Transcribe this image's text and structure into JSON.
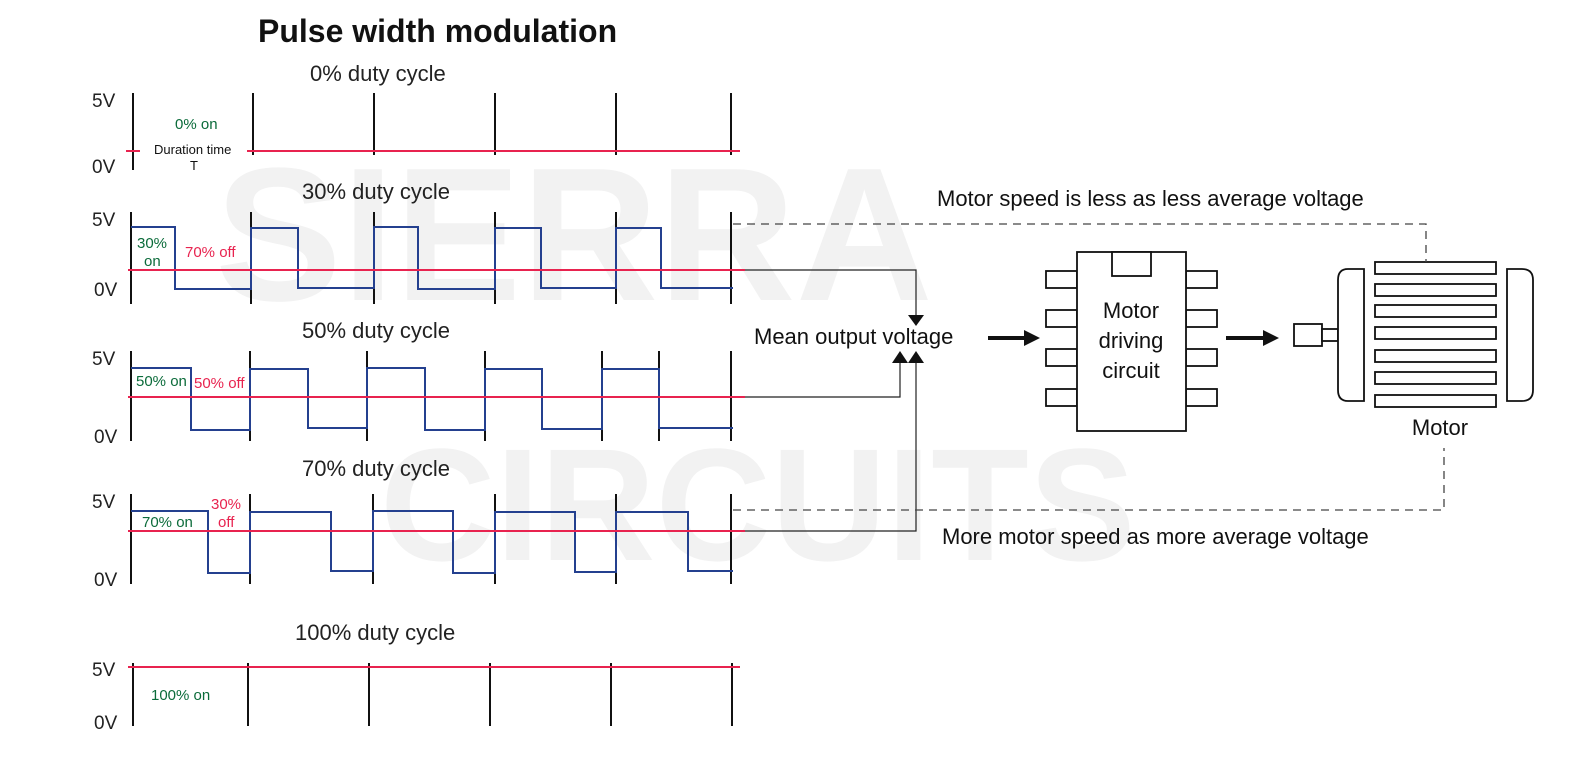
{
  "title": "Pulse width modulation",
  "watermark": [
    "SIERRA",
    "CIRCUITS"
  ],
  "voltage_labels": {
    "high": "5V",
    "low": "0V"
  },
  "panels": [
    {
      "title": "0% duty cycle",
      "on_label": "0% on",
      "off_label": "",
      "duration_label": "Duration time",
      "period_label": "T"
    },
    {
      "title": "30% duty cycle",
      "on_label_l1": "30%",
      "on_label_l2": "on",
      "off_label": "70% off"
    },
    {
      "title": "50% duty cycle",
      "on_label": "50% on",
      "off_label": "50% off"
    },
    {
      "title": "70% duty cycle",
      "on_label": "70% on",
      "off_label_l1": "30%",
      "off_label_l2": "off"
    },
    {
      "title": "100% duty cycle",
      "on_label": "100% on"
    }
  ],
  "mean_output_label": "Mean output voltage",
  "driver_label": [
    "Motor",
    "driving",
    "circuit"
  ],
  "motor_label": "Motor",
  "top_note": "Motor speed is less as less average voltage",
  "bottom_note": "More motor speed as more average voltage",
  "colors": {
    "wave": "#24408f",
    "mean": "#e8234f",
    "on_text": "#0b6b3a",
    "off_text": "#e8234f"
  }
}
